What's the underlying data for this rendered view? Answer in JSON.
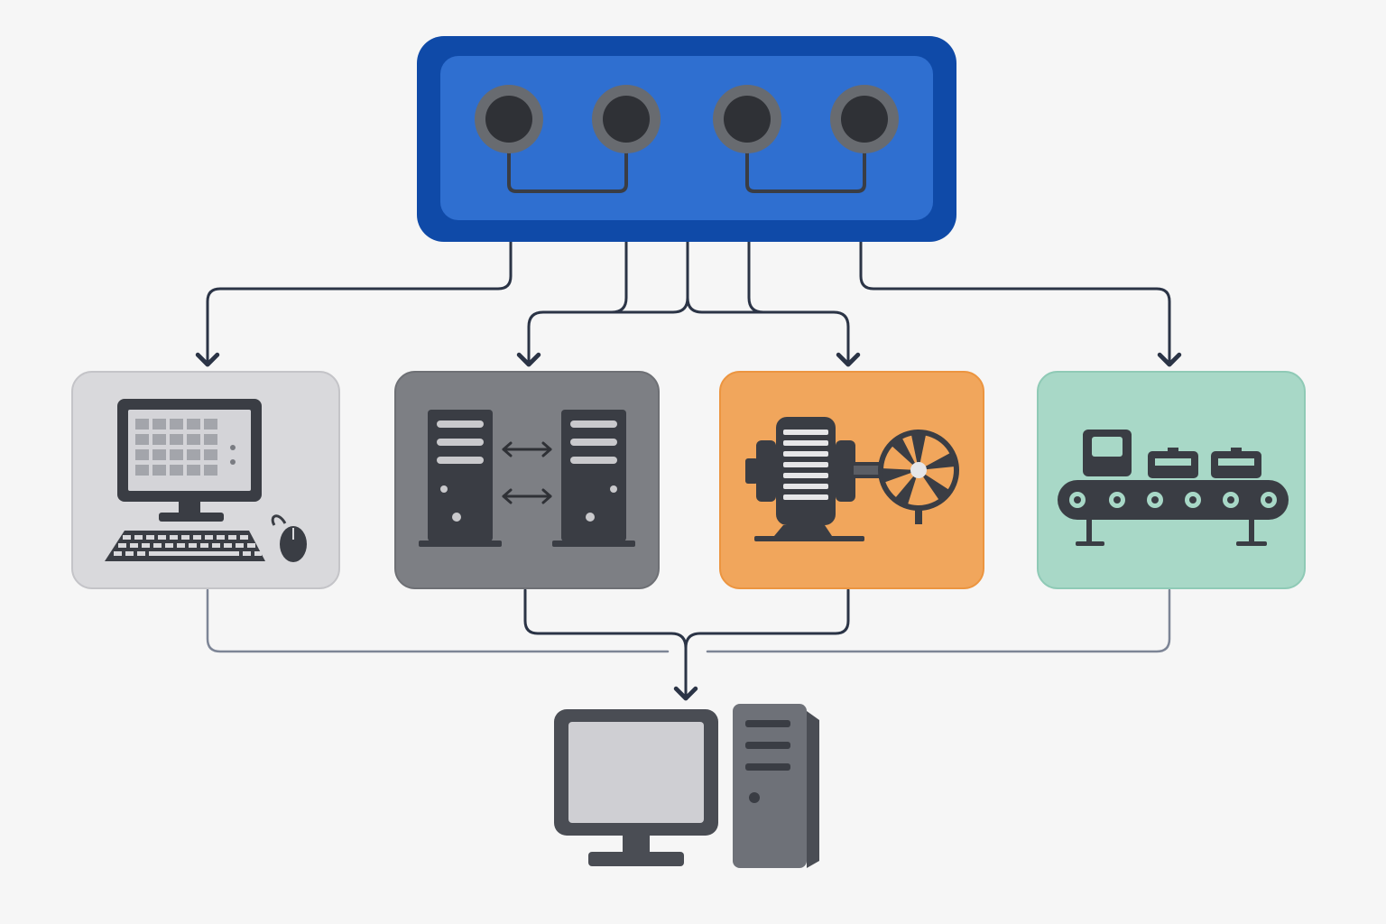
{
  "diagram": {
    "hub": {
      "icon": "network-switch-icon",
      "port_count": 4,
      "color": "#2f6fd0",
      "frame_color": "#0f4aa8"
    },
    "nodes": [
      {
        "id": "workstation",
        "icon": "desktop-keyboard-mouse-icon",
        "color": "#d9d9dc"
      },
      {
        "id": "server-pair",
        "icon": "server-sync-icon",
        "color": "#7d7f84"
      },
      {
        "id": "motor",
        "icon": "motor-fan-icon",
        "color": "#f1a65c"
      },
      {
        "id": "conveyor",
        "icon": "conveyor-belt-icon",
        "color": "#a8d8c7"
      }
    ],
    "sink": {
      "icon": "desktop-tower-icon"
    },
    "edges": [
      {
        "from": "hub",
        "to": "workstation"
      },
      {
        "from": "hub",
        "to": "server-pair"
      },
      {
        "from": "hub",
        "to": "motor"
      },
      {
        "from": "hub",
        "to": "conveyor"
      },
      {
        "from": "workstation",
        "to": "sink"
      },
      {
        "from": "server-pair",
        "to": "sink"
      },
      {
        "from": "motor",
        "to": "sink"
      },
      {
        "from": "conveyor",
        "to": "sink"
      }
    ]
  }
}
